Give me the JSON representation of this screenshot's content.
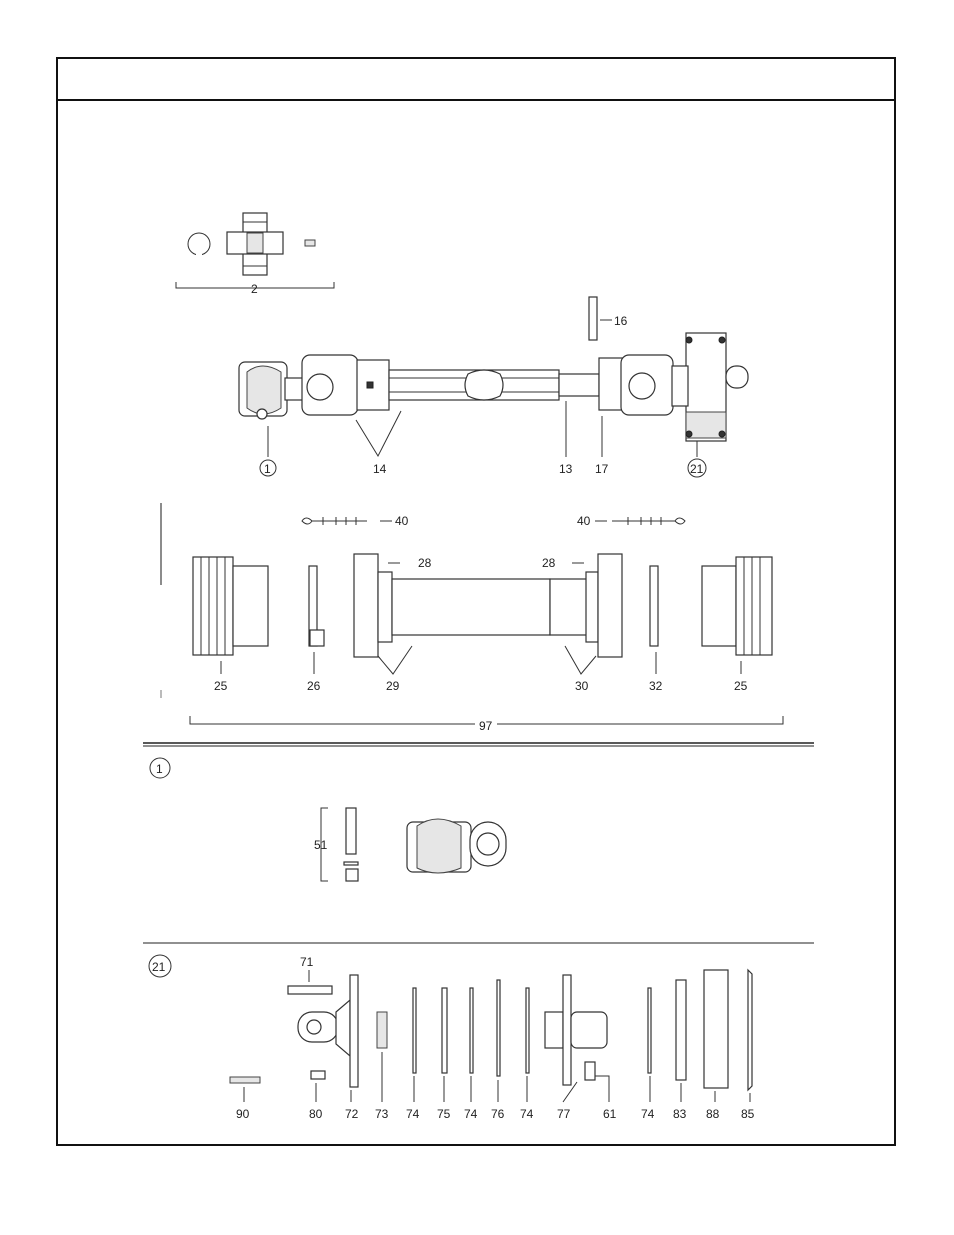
{
  "callouts": {
    "c2": "2",
    "c16": "16",
    "c1": "1",
    "c14": "14",
    "c13": "13",
    "c17": "17",
    "c21": "21",
    "c40a": "40",
    "c40b": "40",
    "c28a": "28",
    "c28b": "28",
    "c25a": "25",
    "c26": "26",
    "c29": "29",
    "c30": "30",
    "c32": "32",
    "c25b": "25",
    "c97": "97"
  },
  "detail1": {
    "marker": "1",
    "c51": "51"
  },
  "detail21": {
    "marker": "21",
    "c71": "71",
    "c90": "90",
    "c80": "80",
    "c72": "72",
    "c73": "73",
    "c74a": "74",
    "c75": "75",
    "c74b": "74",
    "c76": "76",
    "c74c": "74",
    "c77": "77",
    "c61": "61",
    "c74d": "74",
    "c83": "83",
    "c88": "88",
    "c85": "85"
  }
}
